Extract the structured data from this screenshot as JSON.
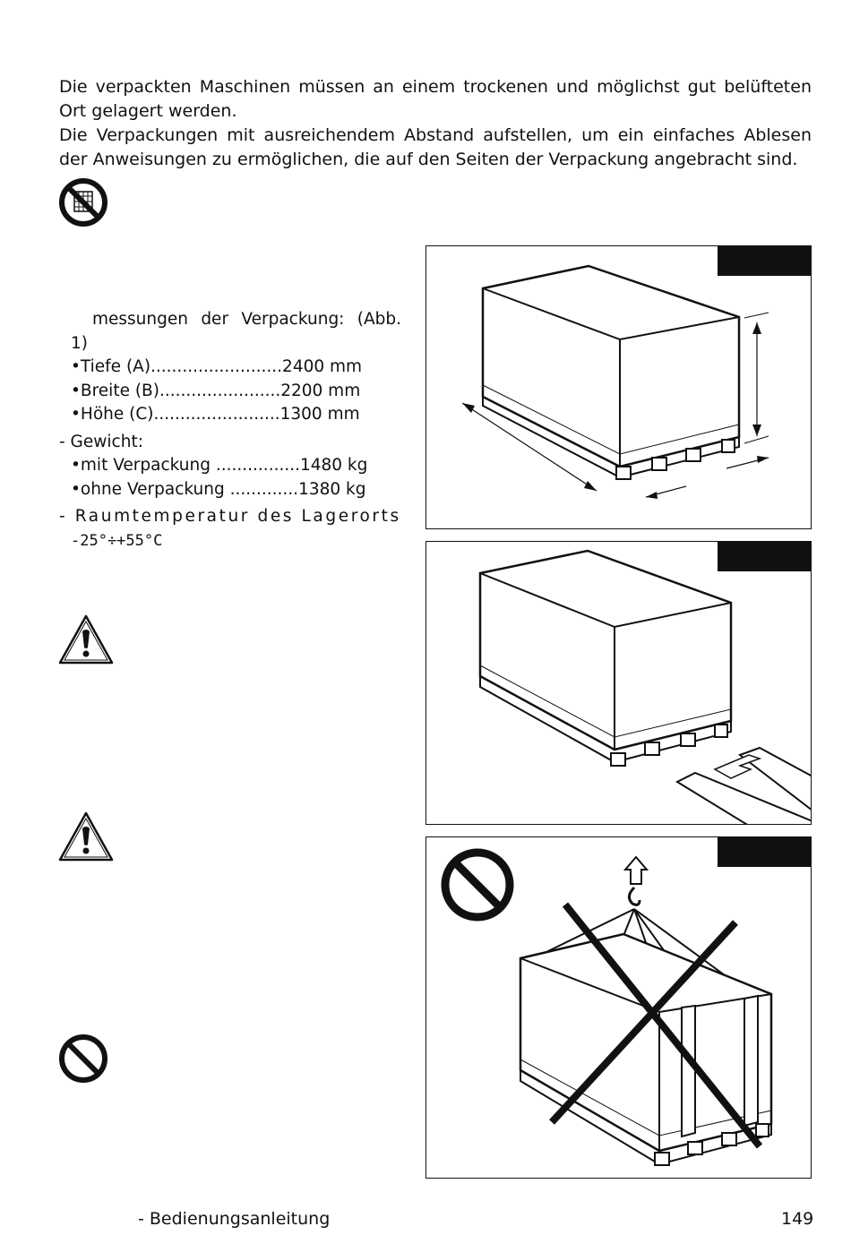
{
  "intro": {
    "p1": "Die verpackten Maschinen müssen an einem trockenen und möglichst gut belüfteten Ort gelagert werden.",
    "p2": "Die Verpackungen mit ausreichendem Abstand aufstellen, um ein einfaches Ablesen der Anweisungen zu ermöglichen, die auf den Seiten der Verpackung angebracht sind."
  },
  "spec": {
    "dims_line1": "messungen der Verpackung: (Abb.",
    "dims_line2": "1)",
    "depth": "•Tiefe (A).........................2400 mm",
    "width": "•Breite (B).......................2200 mm",
    "height": "•Höhe (C)........................1300 mm",
    "weight_title": "- Gewicht:",
    "with_pack": "•mit Verpackung ................1480 kg",
    "without_pack": "•ohne Verpackung .............1380 kg",
    "temp_line1": "- Raumtemperatur des Lagerorts:",
    "temp_line2": "-25°÷+55°C"
  },
  "icons": [
    "no-stacking-icon",
    "warning-icon",
    "warning-icon",
    "prohibition-icon"
  ],
  "figures": [
    "packaged-machine-dimensions-figure",
    "forklift-lifting-figure",
    "crane-lifting-prohibited-figure"
  ],
  "footer": {
    "title": "- Bedienungsanleitung",
    "page": "149"
  }
}
